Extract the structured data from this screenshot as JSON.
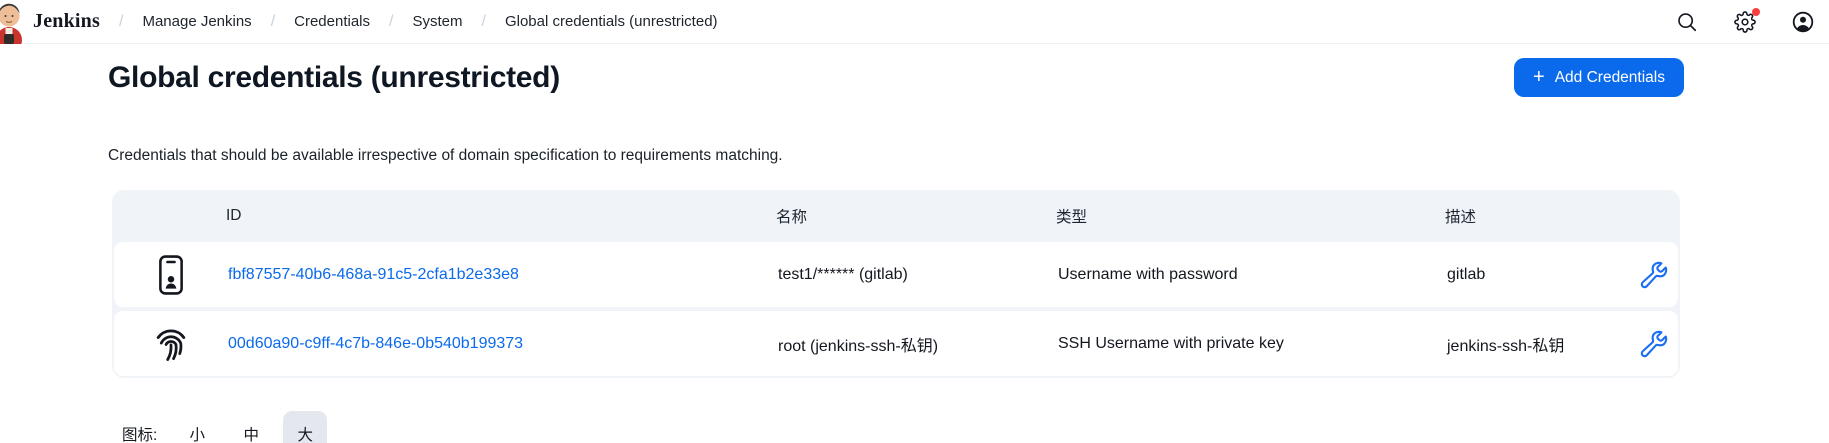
{
  "topbar": {
    "brand": "Jenkins",
    "breadcrumbs": [
      {
        "label": "Manage Jenkins"
      },
      {
        "label": "Credentials"
      },
      {
        "label": "System"
      },
      {
        "label": "Global credentials (unrestricted)"
      }
    ],
    "separator": "/"
  },
  "page": {
    "title": "Global credentials (unrestricted)",
    "add_button": {
      "plus": "+",
      "label": "Add Credentials"
    },
    "description": "Credentials that should be available irrespective of domain specification to requirements matching."
  },
  "table": {
    "headers": {
      "id": "ID",
      "name": "名称",
      "type": "类型",
      "description": "描述"
    },
    "rows": [
      {
        "icon": "id-badge-icon",
        "id": "fbf87557-40b6-468a-91c5-2cfa1b2e33e8",
        "name": "test1/****** (gitlab)",
        "type": "Username with password",
        "description": "gitlab"
      },
      {
        "icon": "fingerprint-icon",
        "id": "00d60a90-c9ff-4c7b-846e-0b540b199373",
        "name": "root (jenkins-ssh-私钥)",
        "type": "SSH Username with private key",
        "description": "jenkins-ssh-私钥"
      }
    ]
  },
  "icon_size": {
    "label": "图标:",
    "options": [
      "小",
      "中",
      "大"
    ],
    "selected": "大"
  },
  "colors": {
    "accent_blue": "#0b6aec",
    "link_blue": "#0b6aec",
    "notification_red": "#fa3e3e",
    "table_panel_bg": "#f0f4f8",
    "selected_chip_bg": "#e4e8ee"
  }
}
